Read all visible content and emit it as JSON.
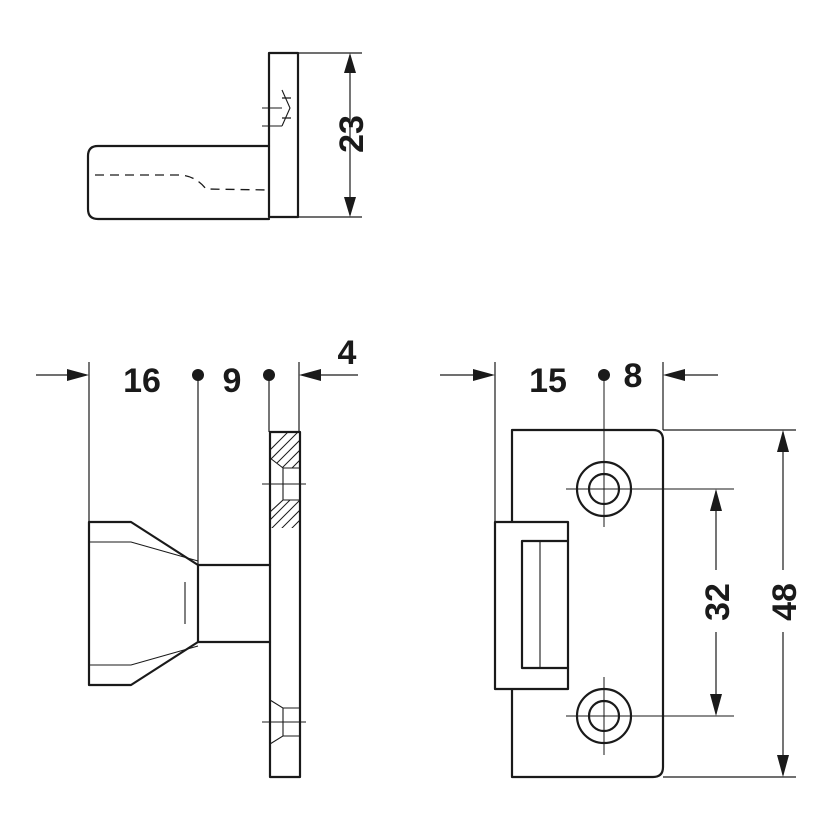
{
  "drawing": {
    "dimensions": {
      "top_height": "23",
      "side_outer": "16",
      "side_middle": "9",
      "side_plate": "4",
      "front_offset": "15",
      "front_hole": "8",
      "hole_spacing": "32",
      "total_height": "48"
    },
    "colors": {
      "line": "#1a1a1a",
      "background": "#ffffff"
    }
  }
}
